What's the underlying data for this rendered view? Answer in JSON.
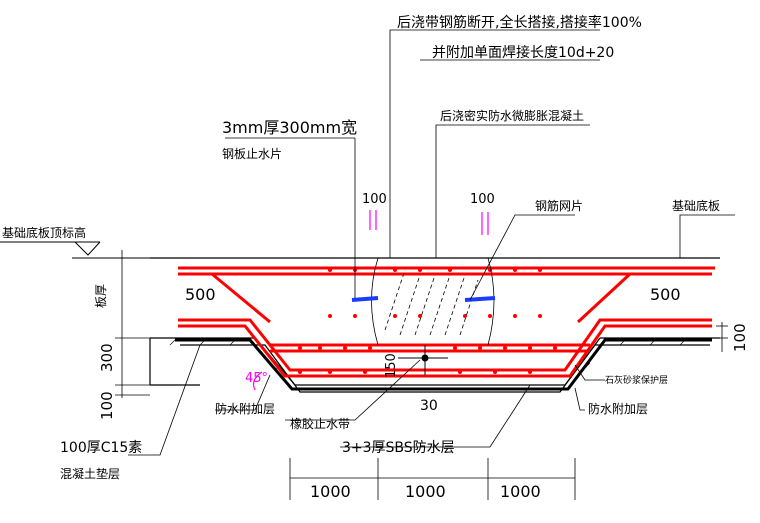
{
  "labels": {
    "post_pour_rebar": "后浇带钢筋断开,全长搭接,搭接率100%",
    "weld_length": "并附加单面焊接长度10d+20",
    "steel_plate_size": "3mm厚300mm宽",
    "steel_plate_name": "钢板止水片",
    "post_pour_concrete": "后浇密实防水微膨胀混凝土",
    "mesh": "钢筋网片",
    "slab_label": "基础底板",
    "slab_top_elev": "基础底板顶标高",
    "thickness": "板厚",
    "dim_500_left": "500",
    "dim_500_right": "500",
    "dim_100_top_left": "100",
    "dim_100_top_right": "100",
    "dim_100_right": "100",
    "dim_300": "300",
    "dim_100_left": "100",
    "dim_150": "150",
    "dim_45": "45°",
    "dim_30": "30",
    "waterproof_layer_left": "防水附加层",
    "waterproof_layer_right": "防水附加层",
    "rubber_waterstop": "橡胶止水带",
    "sbs": "3+3厚SBS防水层",
    "cushion_line1": "100厚C15素",
    "cushion_line2": "混凝土垫层",
    "coating_layer": "石灰砂浆保护层",
    "bottom_dims": [
      "1000",
      "1000",
      "1000"
    ]
  },
  "colors": {
    "rebar": "#ff0000",
    "line": "#000000",
    "waterstop": "#1a3cff",
    "accent": "#ff00ff"
  }
}
